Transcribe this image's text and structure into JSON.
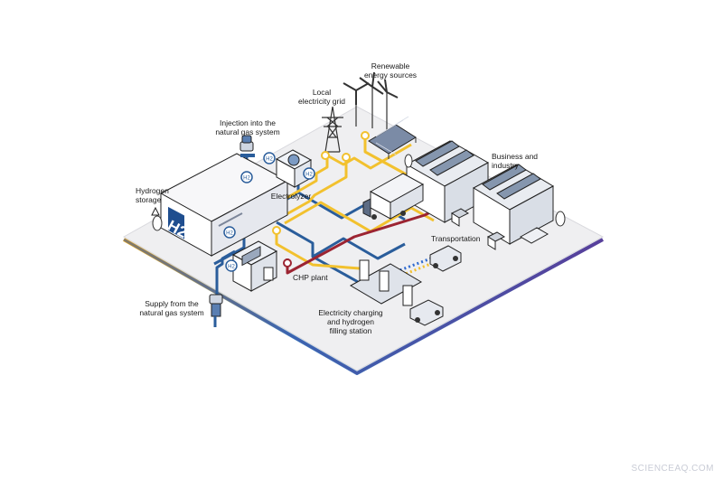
{
  "labels": {
    "renewable_line1": "Renewable",
    "renewable_line2": "energy sources",
    "local_grid_line1": "Local",
    "local_grid_line2": "electricity grid",
    "injection_line1": "Injection into the",
    "injection_line2": "natural gas system",
    "hydrogen_storage_line1": "Hydrogen",
    "hydrogen_storage_line2": "storage",
    "electrolyzer": "Electrolyzer",
    "business_line1": "Business and",
    "business_line2": "industry",
    "transportation": "Transportation",
    "chp_plant": "CHP plant",
    "supply_line1": "Supply from the",
    "supply_line2": "natural gas system",
    "charging_line1": "Electricity charging",
    "charging_line2": "and hydrogen",
    "charging_line3": "filling station"
  },
  "tank_mark": "H2",
  "h2_badge": "H2",
  "watermark": "SCIENCEAQ.COM",
  "colors": {
    "platform_top": "#efeff1",
    "platform_edge_left": "#f4a11a",
    "platform_edge_right": "#4a3b9a",
    "hydrogen_line": "#2a5d9b",
    "electricity_line": "#f2c12e",
    "gas_line": "#9c2432",
    "dotted_blue": "#2f6ad0",
    "dotted_yellow": "#f2c12e"
  }
}
